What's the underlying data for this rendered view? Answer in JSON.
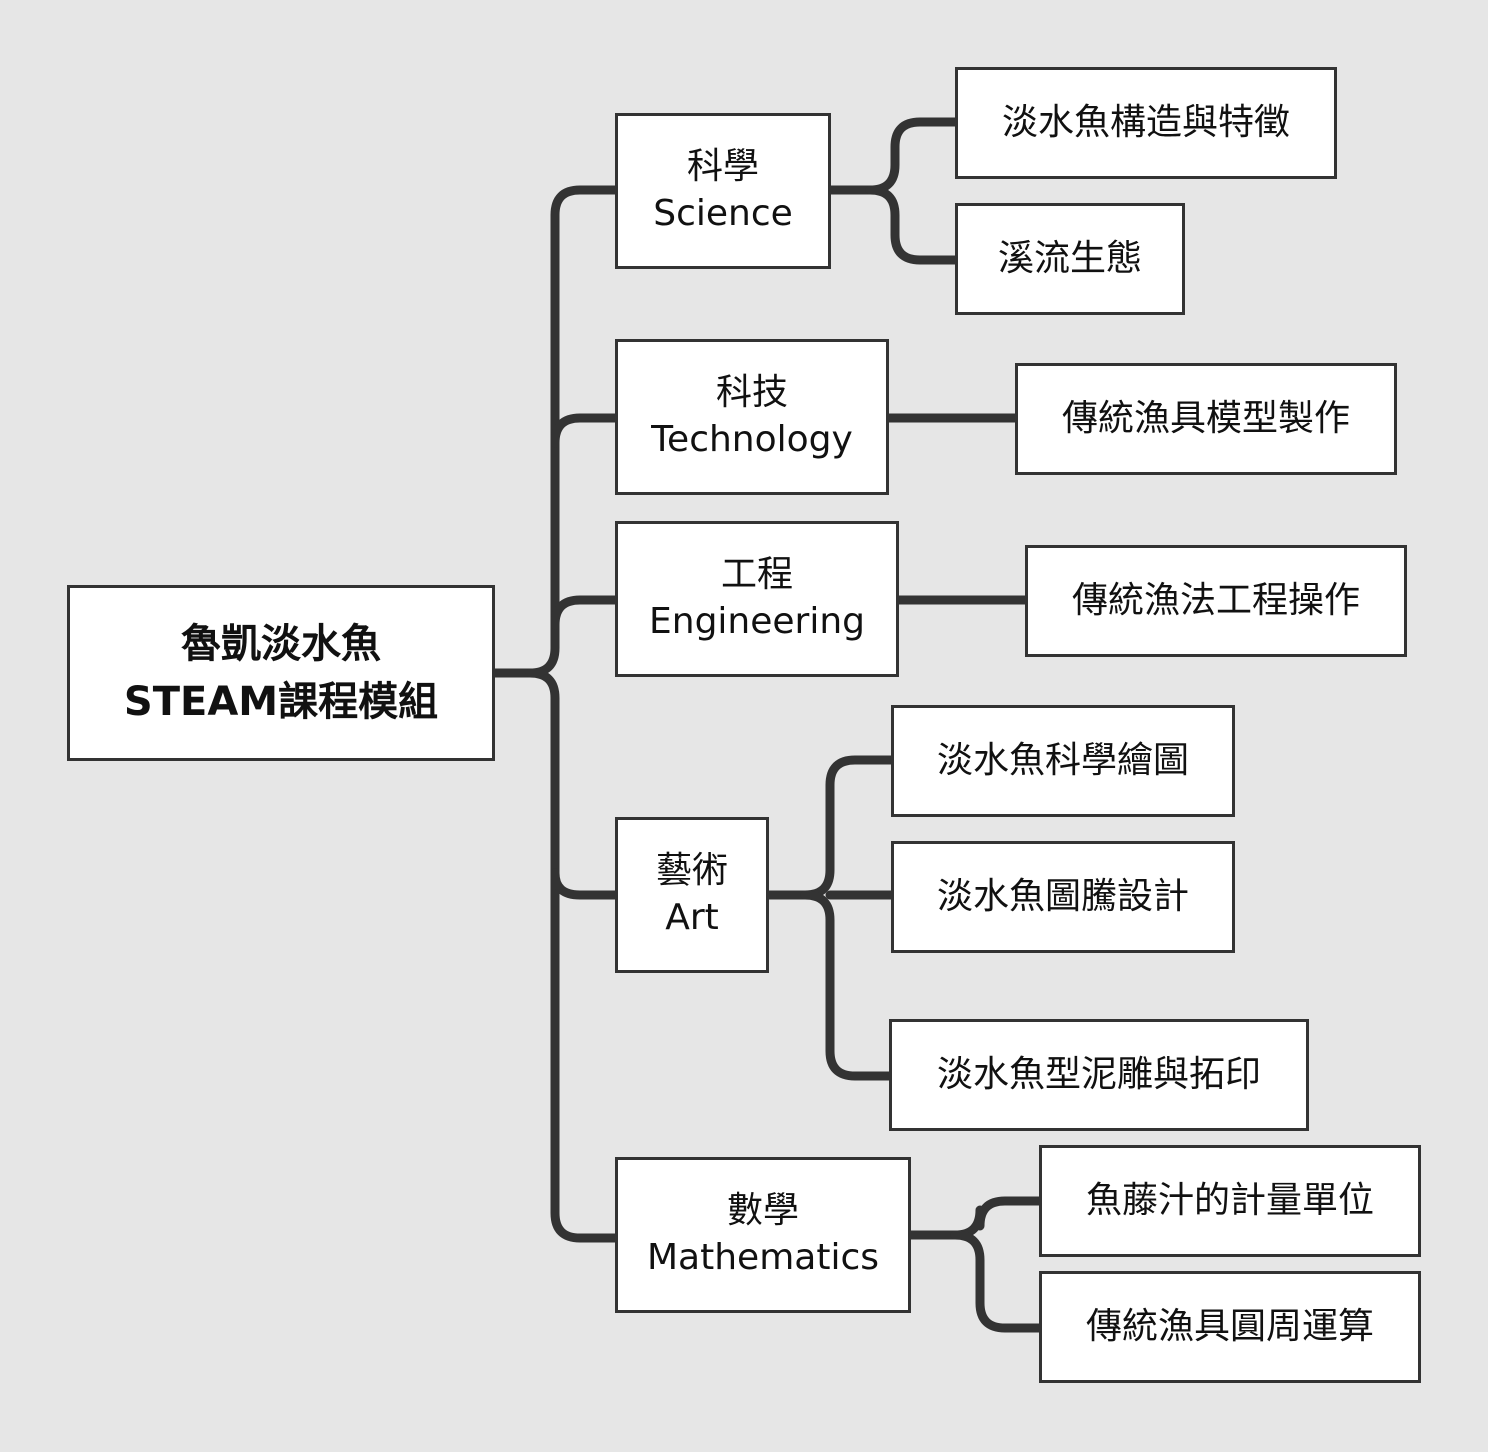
{
  "colors": {
    "background": "#e6e6e6",
    "node_fill": "#ffffff",
    "node_border": "#333333",
    "connector": "#333333",
    "connector_strong": "#111111"
  },
  "root": {
    "line1": "魯凱淡水魚",
    "line2": "STEAM課程模組"
  },
  "categories": [
    {
      "zh": "科學",
      "en": "Science",
      "topics": [
        "淡水魚構造與特徵",
        "溪流生態"
      ]
    },
    {
      "zh": "科技",
      "en": "Technology",
      "topics": [
        "傳統漁具模型製作"
      ]
    },
    {
      "zh": "工程",
      "en": "Engineering",
      "topics": [
        "傳統漁法工程操作"
      ]
    },
    {
      "zh": "藝術",
      "en": "Art",
      "topics": [
        "淡水魚科學繪圖",
        "淡水魚圖騰設計",
        "淡水魚型泥雕與拓印"
      ]
    },
    {
      "zh": "數學",
      "en": "Mathematics",
      "topics": [
        "魚藤汁的計量單位",
        "傳統漁具圓周運算"
      ]
    }
  ]
}
